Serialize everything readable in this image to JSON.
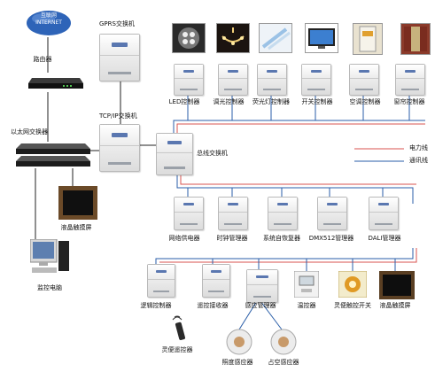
{
  "labels": {
    "internet": "互联网\nINTERNET",
    "router": "路由器",
    "ethernet_switch": "以太网交换器",
    "lcd_touch_left": "液晶触摸屏",
    "monitor_pc": "监控电脑",
    "gprs_switch": "GPRS交换机",
    "tcpip_switch": "TCP/IP交换机",
    "bus_switch": "总线交换机",
    "top_row": [
      "LED控制器",
      "调光控制器",
      "荧光灯控制器",
      "开关控制器",
      "空调控制器",
      "窗帘控制器"
    ],
    "mid_row": [
      "网络供电器",
      "时钟管理器",
      "系统自恢复器",
      "DMX512管理器",
      "DALI管理器"
    ],
    "bottom_row": [
      "逻辑控制器",
      "遥控接收器",
      "感应管理器",
      "温控器",
      "灵便触控开关",
      "液晶触摸屏"
    ],
    "remote": "灵便遥控器",
    "sensors": [
      "照度感应器",
      "占空感应器"
    ]
  },
  "legend": {
    "power_line": "电力线",
    "comm_line": "通讯线"
  },
  "colors": {
    "power_line": "#d9534f",
    "comm_line": "#2a5ea8",
    "cable": "#222222"
  }
}
